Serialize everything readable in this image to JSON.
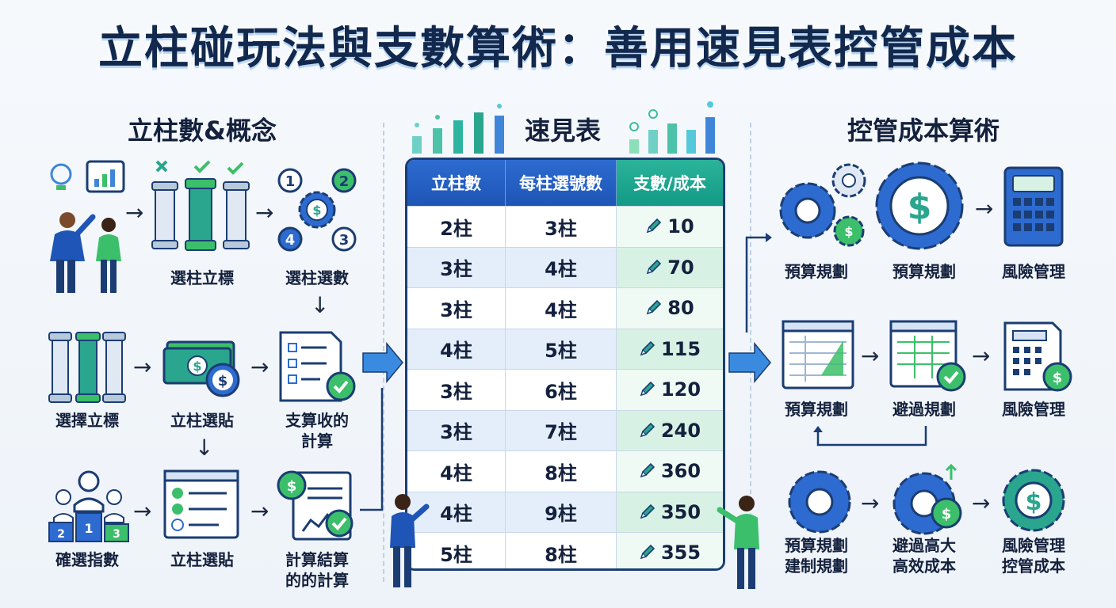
{
  "title": "立柱碰玩法與支數算術：善用速見表控管成本",
  "left": {
    "section_title": "立柱數&概念",
    "rows": [
      {
        "labels": [
          "選柱立標",
          "選柱選數"
        ]
      },
      {
        "labels": [
          "選擇立標",
          "立柱選貼",
          "支算收的",
          "計算"
        ]
      },
      {
        "labels": [
          "確選指數",
          "立柱選貼",
          "計算結算",
          "的的計算"
        ]
      }
    ],
    "badges": [
      "1",
      "2",
      "3",
      "4"
    ],
    "podium": [
      "2",
      "1",
      "3"
    ]
  },
  "center": {
    "section_title": "速見表",
    "table": {
      "headers": [
        "立柱數",
        "每柱選號數",
        "支數/成本"
      ],
      "rows": [
        [
          "2柱",
          "3柱",
          "10"
        ],
        [
          "3柱",
          "4柱",
          "70"
        ],
        [
          "3柱",
          "4柱",
          "80"
        ],
        [
          "4柱",
          "5柱",
          "115"
        ],
        [
          "3柱",
          "6柱",
          "120"
        ],
        [
          "3柱",
          "7柱",
          "240"
        ],
        [
          "4柱",
          "8柱",
          "360"
        ],
        [
          "4柱",
          "9柱",
          "350"
        ],
        [
          "5柱",
          "8柱",
          "355"
        ]
      ]
    }
  },
  "right": {
    "section_title": "控管成本算術",
    "rows": [
      {
        "labels": [
          "預算規劃",
          "預算規劃",
          "風險管理"
        ]
      },
      {
        "labels": [
          "預算規劃",
          "避過規劃",
          "風險管理"
        ]
      },
      {
        "labels": [
          "預算規劃",
          "建制規劃",
          "避過高大",
          "高效成本",
          "風險管理",
          "控管成本"
        ]
      }
    ]
  },
  "colors": {
    "navy": "#1b3d73",
    "blue": "#2d6bd0",
    "teal": "#2bb39a",
    "green": "#3cbf6a"
  }
}
